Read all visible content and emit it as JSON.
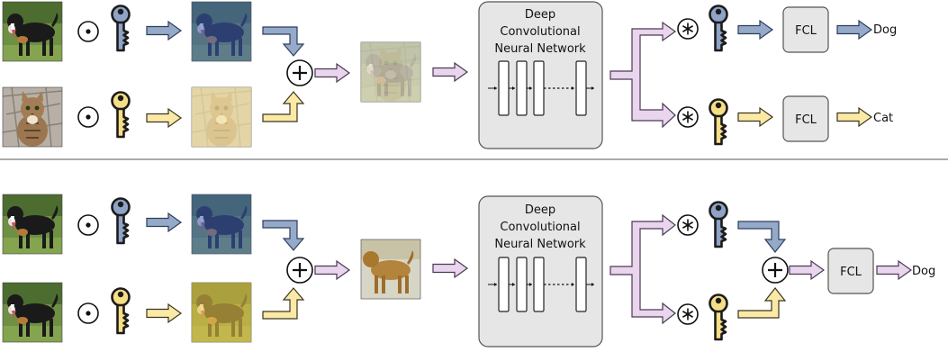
{
  "colors": {
    "blue": "#95a9c9",
    "blue_stroke": "#2d3e5e",
    "yellow": "#fbe9a6",
    "yellow_stroke": "#3b3520",
    "purple": "#ead5ee",
    "purple_stroke": "#4a3a52",
    "box_fill": "#e6e6e6",
    "key_blue": "#8ea3c6",
    "key_yellow": "#f6de86"
  },
  "top": {
    "network_label": [
      "Deep",
      "Convolutional",
      "Neural Network"
    ],
    "fcl_label": "FCL",
    "output_dog": "Dog",
    "output_cat": "Cat"
  },
  "bottom": {
    "network_label": [
      "Deep",
      "Convolutional",
      "Neural Network"
    ],
    "fcl_label": "FCL",
    "output": "Dog"
  },
  "icons": [
    "dog-photo-icon",
    "cat-photo-icon",
    "key-icon",
    "elementwise-product-icon",
    "convolution-star-icon",
    "sum-icon"
  ]
}
